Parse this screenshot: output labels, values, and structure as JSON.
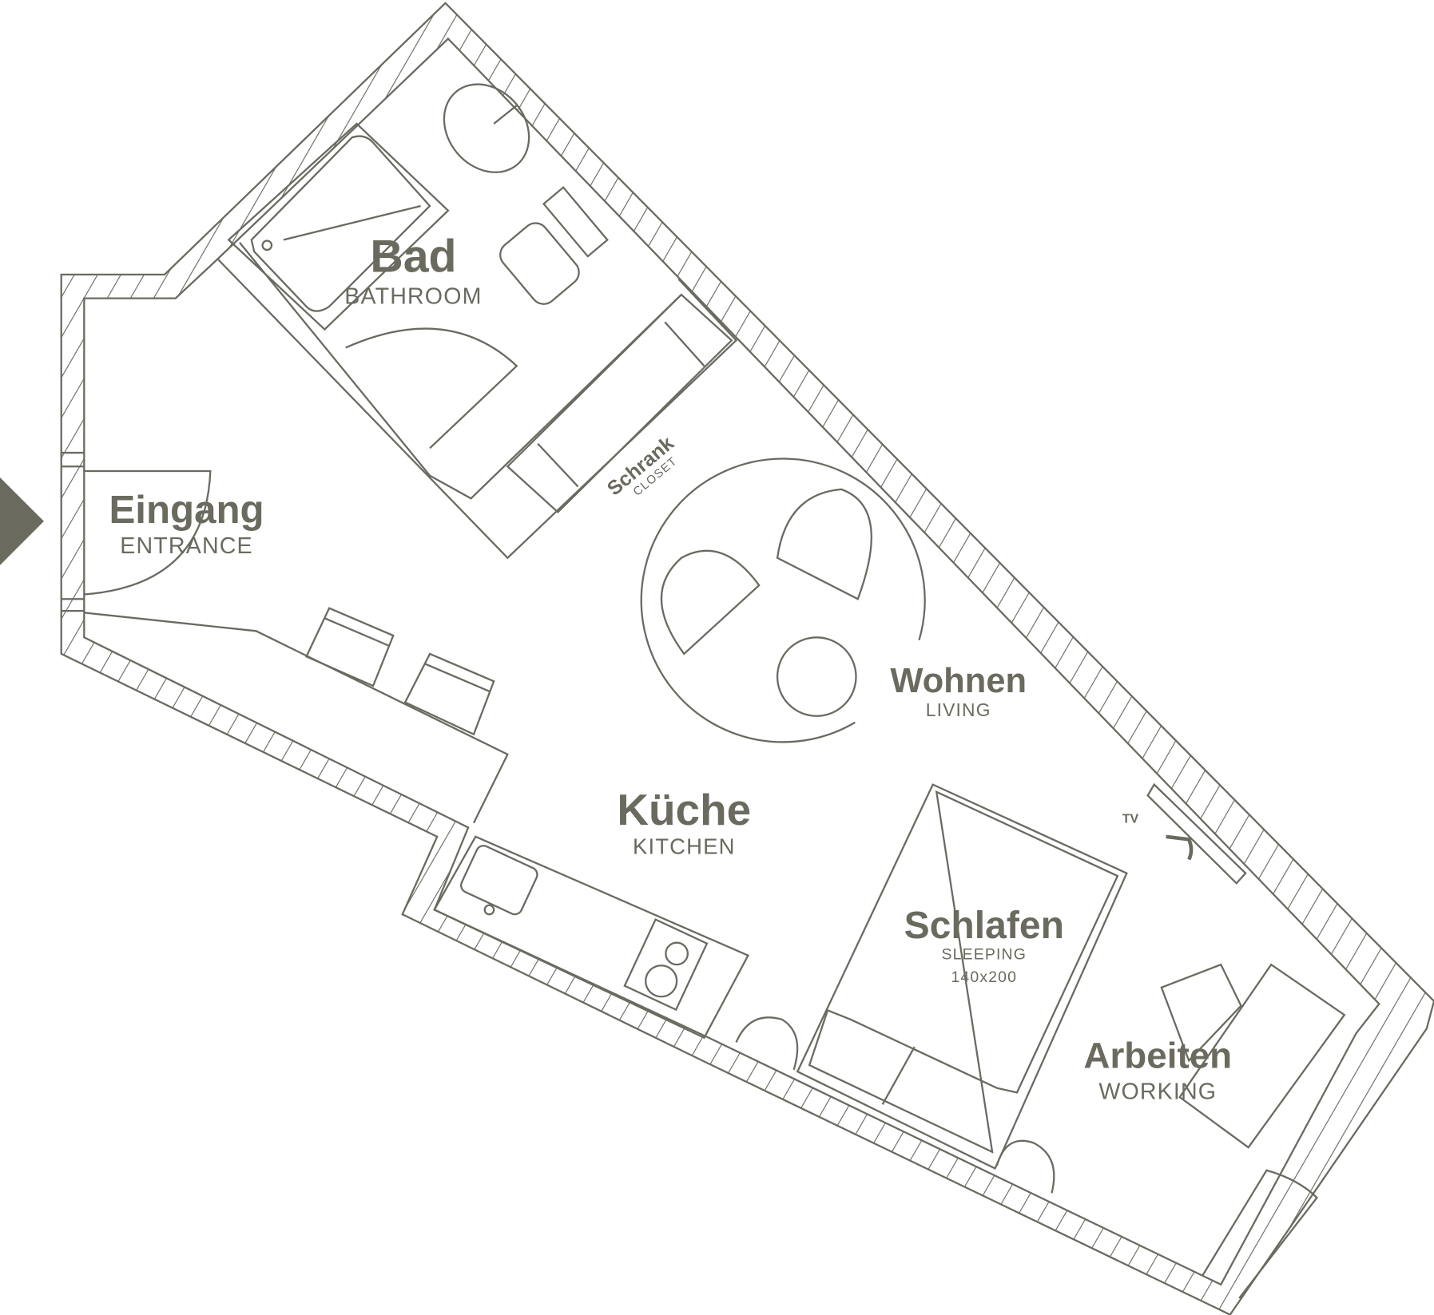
{
  "colors": {
    "line": "#6b6a61",
    "text": "#6b6a5f",
    "arrow": "#6b6a5f"
  },
  "rooms": {
    "bathroom": {
      "name": "Bad",
      "sub": "BATHROOM"
    },
    "entrance": {
      "name": "Eingang",
      "sub": "ENTRANCE"
    },
    "closet": {
      "name": "Schrank",
      "sub": "CLOSET"
    },
    "living": {
      "name": "Wohnen",
      "sub": "LIVING"
    },
    "kitchen": {
      "name": "Küche",
      "sub": "KITCHEN"
    },
    "sleeping": {
      "name": "Schlafen",
      "sub": "SLEEPING",
      "bed_size": "140x200"
    },
    "working": {
      "name": "Arbeiten",
      "sub": "WORKING"
    }
  },
  "tv_label": "TV",
  "entrance_arrow_icon": "triangle-right"
}
